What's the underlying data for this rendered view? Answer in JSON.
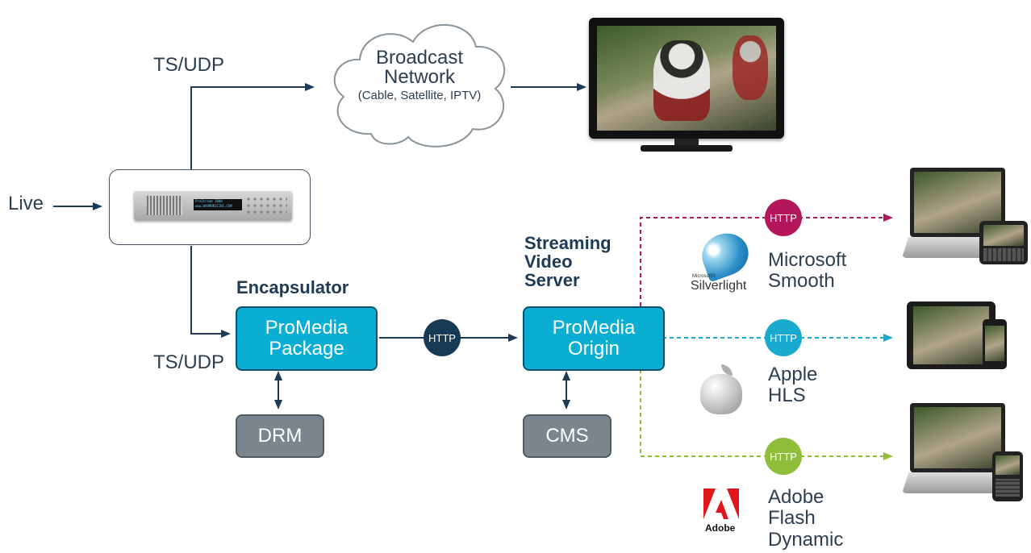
{
  "colors": {
    "process_box": "#0aaed2",
    "process_border": "#0b4f6c",
    "aux_box": "#7a858d",
    "http_dark": "#173a55",
    "http_smooth": "#b3175a",
    "http_hls": "#19aacd",
    "http_flash": "#8fbf3a",
    "line": "#1e3a55"
  },
  "labels": {
    "ts_udp_top": "TS/UDP",
    "ts_udp_bottom": "TS/UDP",
    "live": "Live",
    "encapsulator": "Encapsulator",
    "streaming_server": "Streaming\nVideo\nServer"
  },
  "cloud": {
    "title": "Broadcast",
    "title2": "Network",
    "subtitle": "(Cable, Satellite, IPTV)"
  },
  "boxes": {
    "package": {
      "line1": "ProMedia",
      "line2": "Package"
    },
    "origin": {
      "line1": "ProMedia",
      "line2": "Origin"
    },
    "drm": "DRM",
    "cms": "CMS"
  },
  "http": {
    "center": "HTTP",
    "smooth": "HTTP",
    "hls": "HTTP",
    "flash": "HTTP"
  },
  "outputs": {
    "smooth": {
      "line1": "Microsoft",
      "line2": "Smooth",
      "logo_small": "Microsoft®",
      "logo": "Silverlight"
    },
    "hls": {
      "line1": "Apple",
      "line2": "HLS"
    },
    "flash": {
      "line1": "Adobe",
      "line2": "Flash",
      "line3": "Dynamic",
      "logo": "Adobe"
    }
  },
  "device": {
    "display_line1": "ProStream 1000",
    "display_line2": "www.HARMONICINC.COM"
  }
}
